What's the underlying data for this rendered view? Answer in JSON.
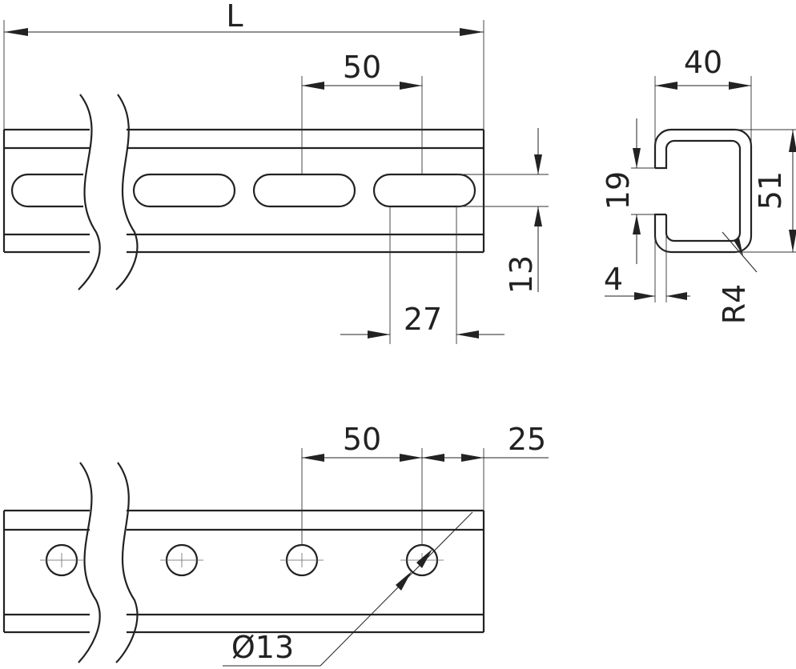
{
  "labels": {
    "length": "L",
    "top_spacing": "50",
    "slot_width": "13",
    "slot_length": "27",
    "profile_width": "40",
    "profile_height": "51",
    "slot_opening": "19",
    "wall_thickness": "4",
    "corner_radius": "R4",
    "bottom_spacing": "50",
    "end_offset": "25",
    "hole_diameter": "Ø13"
  }
}
